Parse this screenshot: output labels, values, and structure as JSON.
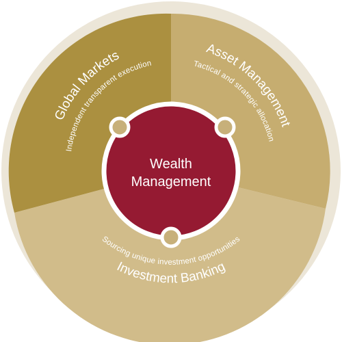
{
  "colors": {
    "outer_ring": "#ece6d8",
    "global_markets": "#ab9040",
    "asset_management": "#c6ad70",
    "investment_banking": "#d1bc8a",
    "center_fill": "#951a32",
    "center_stroke": "#ffffff",
    "node_fill": "#c7b07a"
  },
  "center": {
    "line1": "Wealth",
    "line2": "Management"
  },
  "segments": {
    "global_markets": {
      "title": "Global Markets",
      "subtitle": "Independent transparent execution"
    },
    "asset_management": {
      "title": "Asset Management",
      "subtitle": "Tactical and strategic allocation"
    },
    "investment_banking": {
      "title": "Investment Banking",
      "subtitle": "Sourcing unique investment opportunities"
    }
  }
}
